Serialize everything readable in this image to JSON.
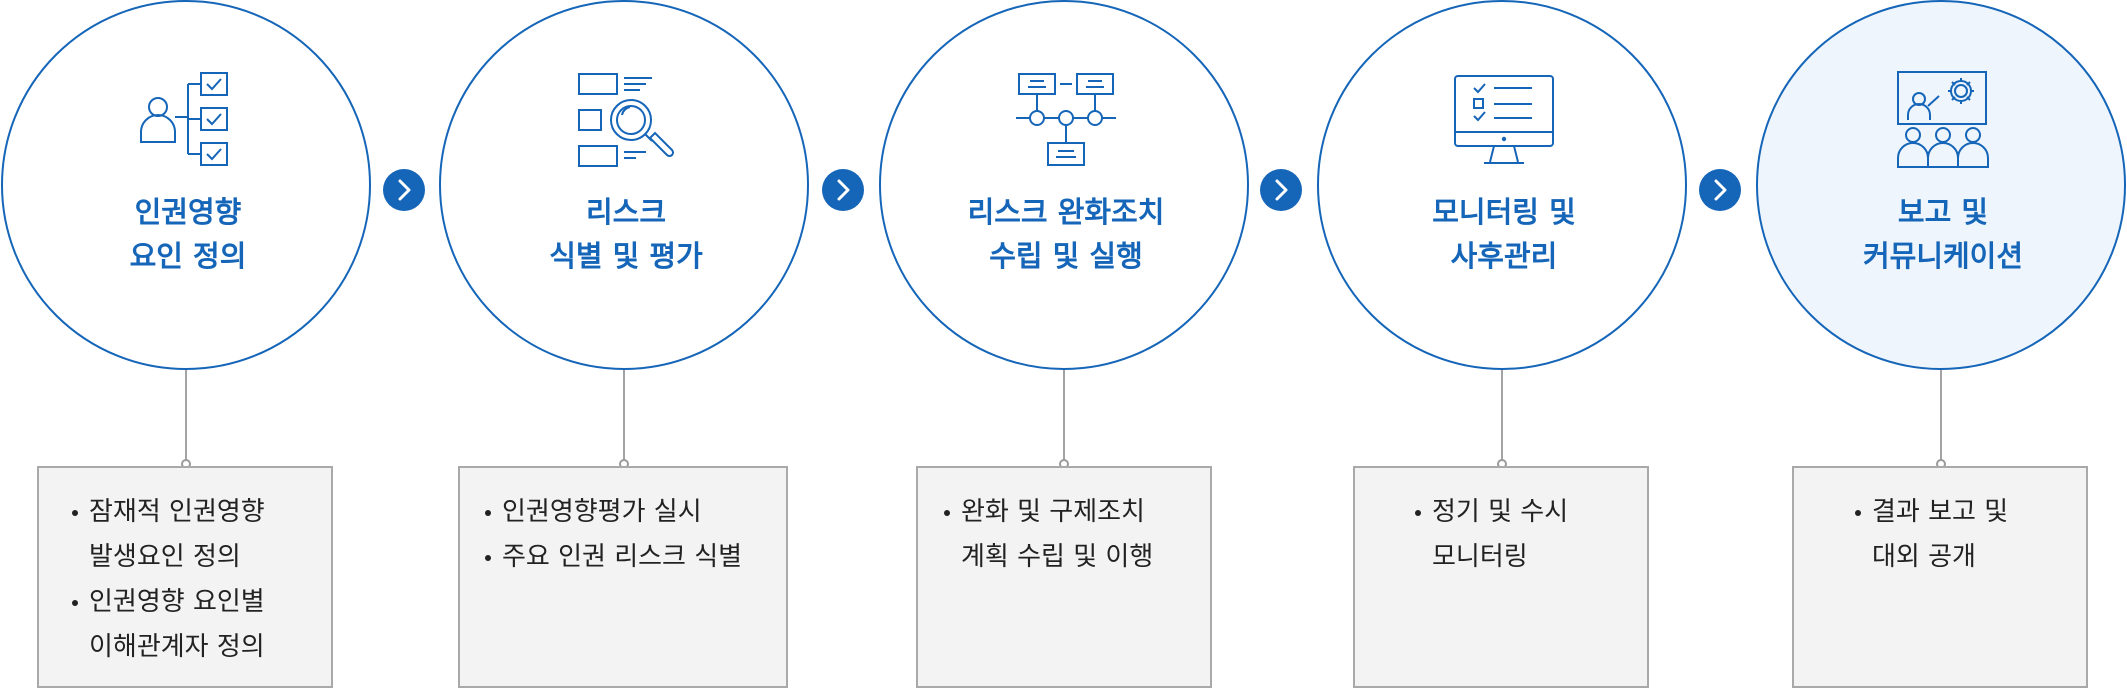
{
  "accent_color": "#1565b8",
  "steps": [
    {
      "title": [
        "인권영향",
        "요인 정의"
      ],
      "icon": "person-checklist-icon",
      "bullets": [
        [
          "잠재적 인권영향",
          "발생요인 정의"
        ],
        [
          "인권영향 요인별",
          "이해관계자 정의"
        ]
      ]
    },
    {
      "title": [
        "리스크",
        "식별 및 평가"
      ],
      "icon": "document-magnifier-icon",
      "bullets": [
        [
          "인권영향평가 실시"
        ],
        [
          "주요 인권 리스크 식별"
        ]
      ]
    },
    {
      "title": [
        "리스크 완화조치",
        "수립 및 실행"
      ],
      "icon": "process-flow-icon",
      "bullets": [
        [
          "완화 및 구제조치",
          "계획 수립 및 이행"
        ]
      ]
    },
    {
      "title": [
        "모니터링 및",
        "사후관리"
      ],
      "icon": "monitor-checklist-icon",
      "bullets": [
        [
          "정기 및 수시",
          "모니터링"
        ]
      ]
    },
    {
      "title": [
        "보고 및",
        "커뮤니케이션"
      ],
      "icon": "presentation-audience-icon",
      "bullets": [
        [
          "결과 보고 및",
          "대외 공개"
        ]
      ]
    }
  ]
}
